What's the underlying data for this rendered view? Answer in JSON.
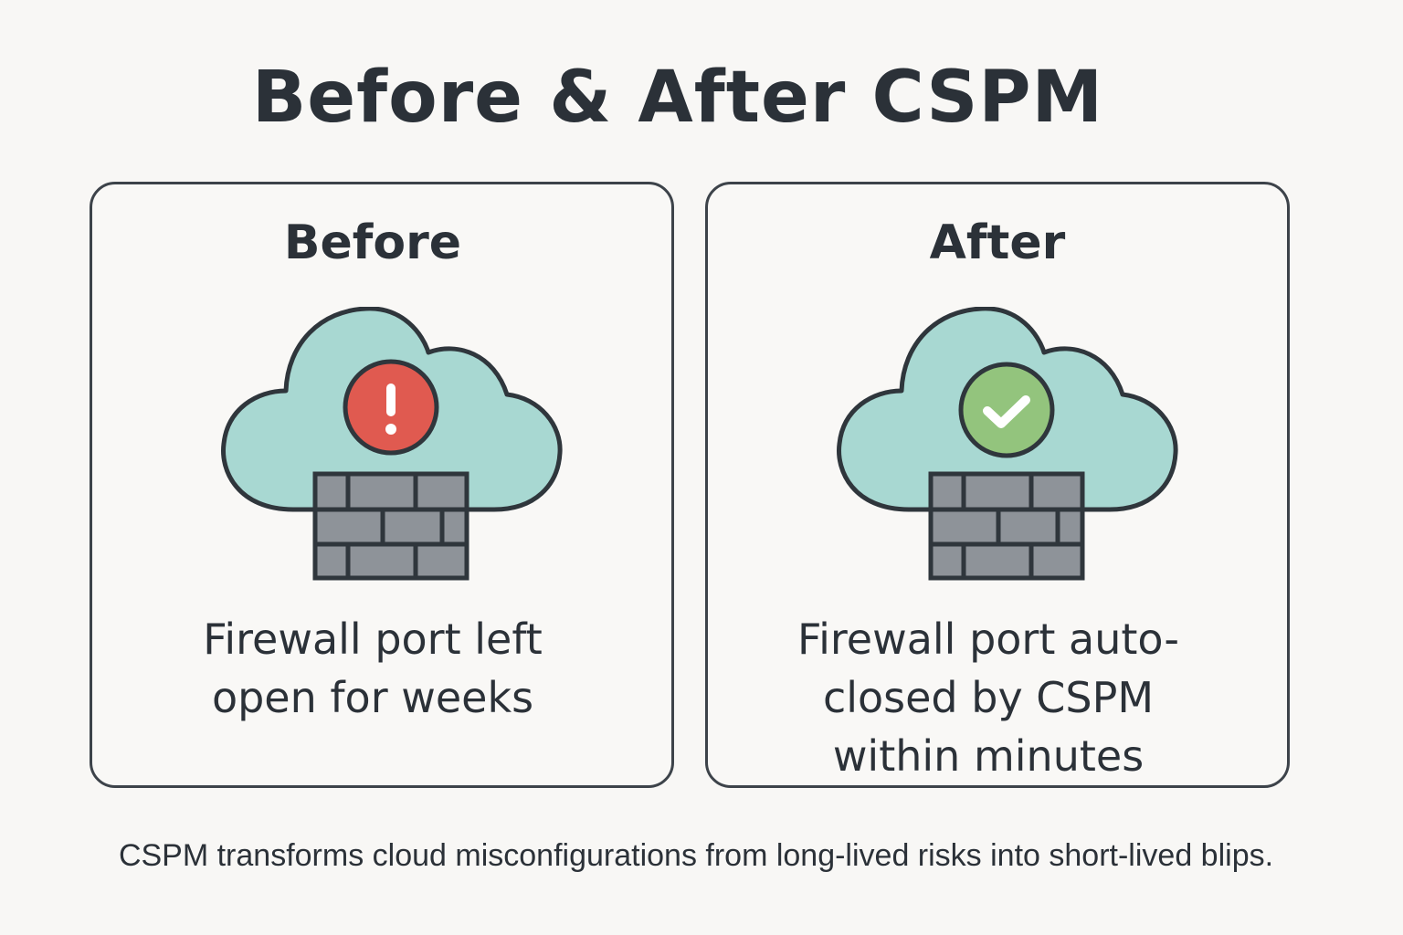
{
  "title": "Before & After CSPM",
  "panels": [
    {
      "id": "before",
      "title": "Before",
      "status_icon": "alert-exclamation-icon",
      "status_color": "#e05a50",
      "caption_lines": [
        "Firewall port left",
        "open for weeks"
      ]
    },
    {
      "id": "after",
      "title": "After",
      "status_icon": "checkmark-icon",
      "status_color": "#93c47d",
      "caption_lines": [
        "Firewall port auto-",
        "closed by CSPM",
        "within minutes"
      ]
    }
  ],
  "colors": {
    "cloud_fill": "#a8d8d2",
    "outline": "#2f363c",
    "brick": "#8e9399",
    "background": "#f8f7f5"
  },
  "footer": "CSPM transforms cloud misconfigurations from long-lived risks into short-lived blips."
}
